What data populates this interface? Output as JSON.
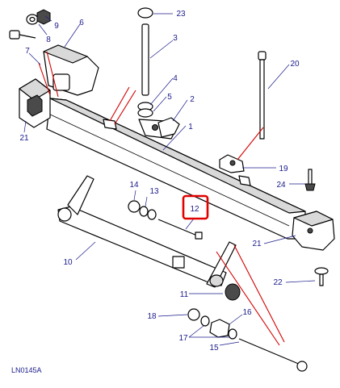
{
  "diagram": {
    "drawing_code": "LN0145A",
    "highlighted_callout": "12",
    "accent_color": "#e00000",
    "callout_color": "#1a1a8c",
    "guide_line_color": "#d40000",
    "callouts": {
      "c1": "1",
      "c2": "2",
      "c3": "3",
      "c4": "4",
      "c5": "5",
      "c6": "6",
      "c7": "7",
      "c8": "8",
      "c9": "9",
      "c10": "10",
      "c11": "11",
      "c12": "12",
      "c13": "13",
      "c14": "14",
      "c15": "15",
      "c16": "16",
      "c17": "17",
      "c18": "18",
      "c19": "19",
      "c20": "20",
      "c21a": "21",
      "c21b": "21",
      "c22": "22",
      "c23": "23",
      "c24": "24"
    }
  }
}
